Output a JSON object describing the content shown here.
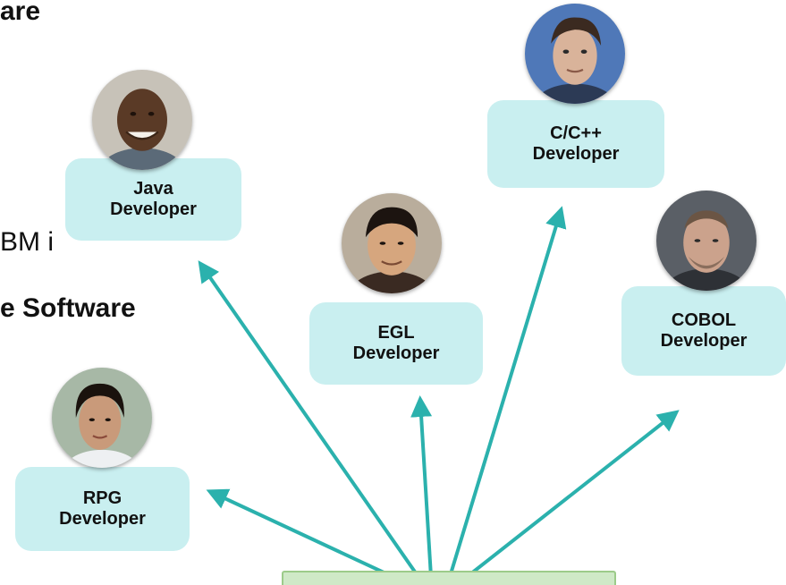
{
  "background_text": {
    "top_left": "are",
    "mid_left": "BM i",
    "lower_left": "e Software"
  },
  "colors": {
    "arrow": "#2bb1ad",
    "box_fill": "#c9eff0"
  },
  "developers": [
    {
      "id": "java",
      "label": "Java\nDeveloper"
    },
    {
      "id": "cpp",
      "label": "C/C++\nDeveloper"
    },
    {
      "id": "egl",
      "label": "EGL\nDeveloper"
    },
    {
      "id": "cobol",
      "label": "COBOL\nDeveloper"
    },
    {
      "id": "rpg",
      "label": "RPG\nDeveloper"
    }
  ]
}
